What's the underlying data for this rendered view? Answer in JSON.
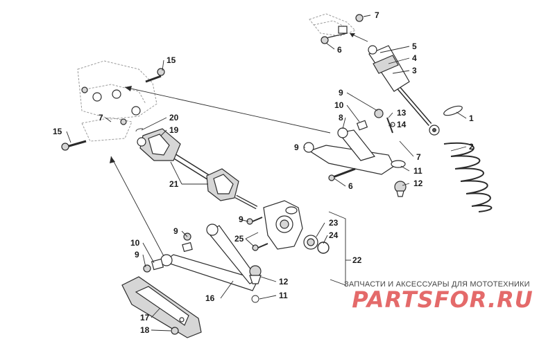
{
  "callouts": {
    "c1": "1",
    "c2": "2",
    "c3": "3",
    "c4": "4",
    "c5": "5",
    "c6a": "6",
    "c6b": "6",
    "c7a": "7",
    "c7b": "7",
    "c7c": "7",
    "c8": "8",
    "c9a": "9",
    "c9b": "9",
    "c9c": "9",
    "c9d": "9",
    "c9e": "9",
    "c10a": "10",
    "c10b": "10",
    "c11a": "11",
    "c11b": "11",
    "c12a": "12",
    "c12b": "12",
    "c13": "13",
    "c14": "14",
    "c15a": "15",
    "c15b": "15",
    "c16": "16",
    "c17": "17",
    "c18": "18",
    "c19": "19",
    "c20": "20",
    "c21": "21",
    "c22": "22",
    "c23": "23",
    "c24": "24",
    "c25": "25"
  },
  "watermark": {
    "subtitle": "ЗАПЧАСТИ И АКСЕССУАРЫ ДЛЯ МОТОТЕХНИКИ",
    "logo_text": "PARTSFOR.RU",
    "logo_color": "#e46a6a"
  }
}
